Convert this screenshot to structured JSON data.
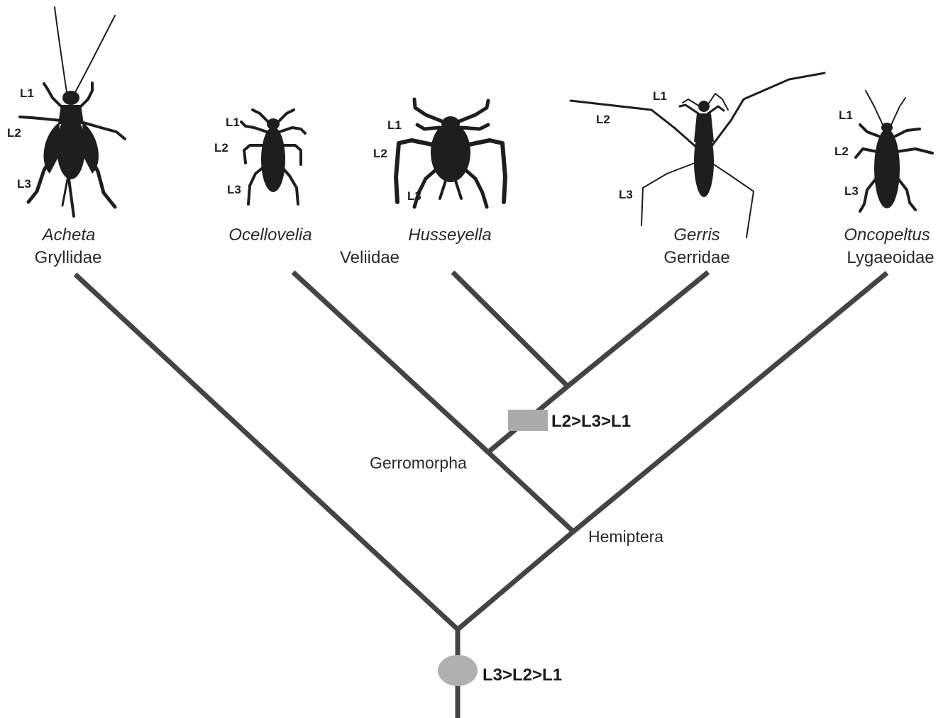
{
  "taxa": [
    {
      "genus": "Acheta",
      "family": "Gryllidae",
      "legs": {
        "l1": "L1",
        "l2": "L2",
        "l3": "L3"
      }
    },
    {
      "genus": "Ocellovelia",
      "legs": {
        "l1": "L1",
        "l2": "L2",
        "l3": "L3"
      }
    },
    {
      "genus": "Husseyella",
      "legs": {
        "l1": "L1",
        "l2": "L2",
        "l3": "L3"
      }
    },
    {
      "genus": "Gerris",
      "family": "Gerridae",
      "legs": {
        "l1": "L1",
        "l2": "L2",
        "l3": "L3"
      }
    },
    {
      "genus": "Oncopeltus",
      "family": "Lygaeoidae",
      "legs": {
        "l1": "L1",
        "l2": "L2",
        "l3": "L3"
      }
    }
  ],
  "shared_family": "Veliidae",
  "clades": {
    "gerromorpha": "Gerromorpha",
    "hemiptera": "Hemiptera"
  },
  "traits": {
    "derived": {
      "label": "L2>L3>L1",
      "color": "#aaaaaa",
      "marker": "rectangle"
    },
    "ancestral": {
      "label": "L3>L2>L1",
      "color": "#b0b0b0",
      "marker": "ellipse"
    }
  },
  "colors": {
    "branch": "#444444",
    "silhouette": "#1e1e1e"
  }
}
